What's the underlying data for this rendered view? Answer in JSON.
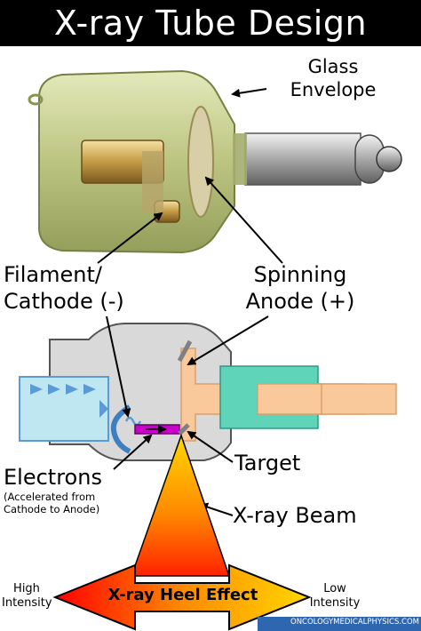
{
  "title": "X-ray Tube Design",
  "labels": {
    "glass_envelope": [
      "Glass",
      "Envelope"
    ],
    "filament_cathode": [
      "Filament/",
      "Cathode (-)"
    ],
    "spinning_anode": [
      "Spinning",
      "Anode (+)"
    ],
    "electrons": "Electrons",
    "electrons_note": [
      "(Accelerated from",
      "Cathode to Anode)"
    ],
    "target": "Target",
    "xray_beam": "X-ray Beam",
    "heel_effect": "X-ray Heel Effect",
    "high_intensity": [
      "High",
      "Intensity"
    ],
    "low_intensity": [
      "Low",
      "Intensity"
    ],
    "credit": "ONCOLOGYMEDICALPHYSICS.COM"
  },
  "colors": {
    "title_bar": "#000000",
    "title_text": "#ffffff",
    "glass": "#c9cf8a",
    "housing": "#d9d9d9",
    "cathode_cup": "#5b9bd5",
    "cathode_block": "#bfe7f2",
    "anode": "#f9c89b",
    "rotor": "#5fd4b9",
    "electron_beam": "#cc00cc",
    "target": "#808080",
    "beam_top": "#ffd700",
    "beam_bottom": "#ff2200",
    "heel_arrow_left": "#ff0000",
    "heel_arrow_right": "#ffd700"
  }
}
